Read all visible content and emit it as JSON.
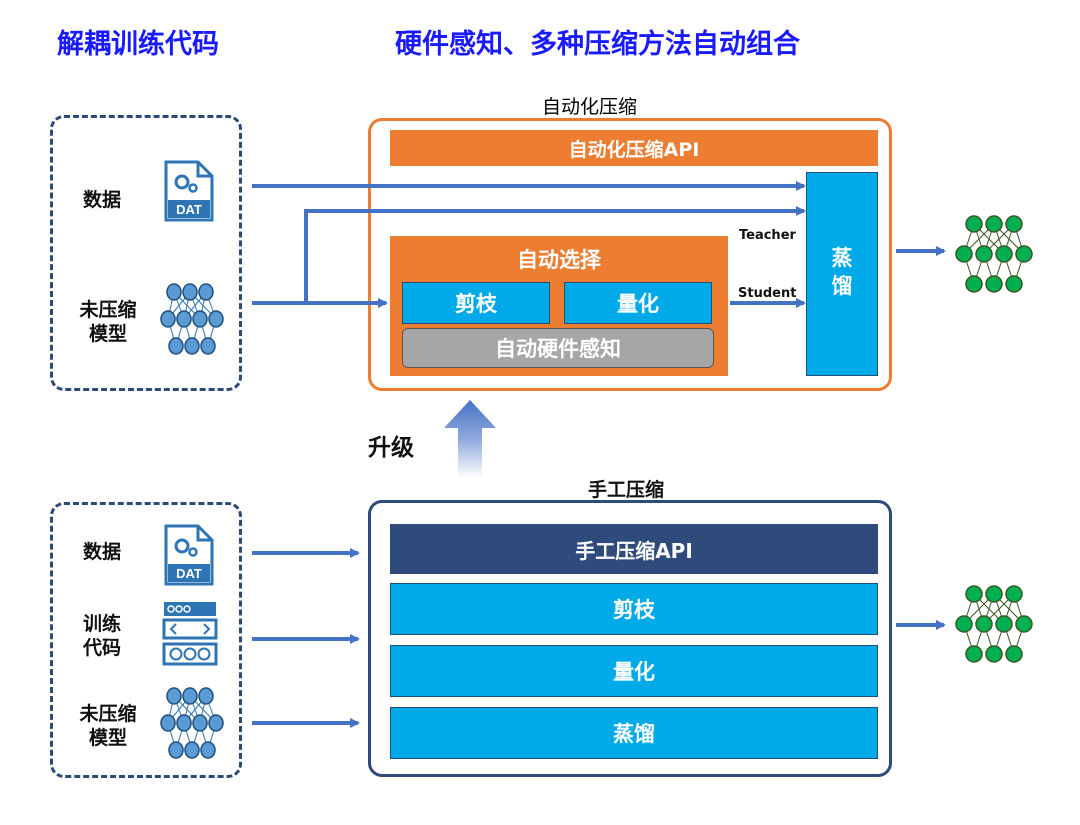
{
  "headings": {
    "left": "解耦训练代码",
    "right": "硬件感知、多种压缩方法自动组合"
  },
  "auto": {
    "title": "自动化压缩",
    "api": "自动化压缩API",
    "select": "自动选择",
    "prune": "剪枝",
    "quant": "量化",
    "hw": "自动硬件感知",
    "distill": "蒸馏",
    "teacher": "Teacher",
    "student": "Student"
  },
  "upgrade": "升级",
  "manual": {
    "title": "手工压缩",
    "api": "手工压缩API",
    "prune": "剪枝",
    "quant": "量化",
    "distill": "蒸馏"
  },
  "top_inputs": {
    "data": "数据",
    "model_line1": "未压缩",
    "model_line2": "模型"
  },
  "bottom_inputs": {
    "data": "数据",
    "code_line1": "训练",
    "code_line2": "代码",
    "model_line1": "未压缩",
    "model_line2": "模型"
  },
  "icons": {
    "dat": "DAT",
    "dat_file_icon": "file-gear-icon",
    "code_icon": "code-window-icon",
    "network_icon": "neural-network-icon"
  },
  "colors": {
    "orange": "#ED7D31",
    "blue_light": "#00A9E8",
    "navy": "#2F4B7C",
    "arrow": "#4472C4",
    "heading": "#1A1AFF",
    "gray": "#A6A6A6",
    "net_blue": "#2E75B6",
    "net_green": "#00B050"
  }
}
